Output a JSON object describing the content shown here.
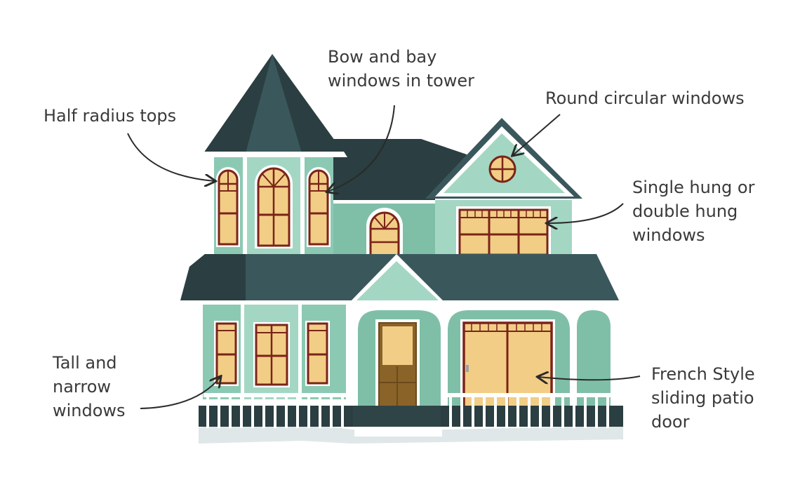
{
  "labels": {
    "bow_bay": "Bow and bay\nwindows in tower",
    "half_radius": "Half radius tops",
    "round_circular": "Round circular windows",
    "single_double_hung": "Single hung or\ndouble hung\nwindows",
    "tall_narrow": "Tall and\nnarrow\nwindows",
    "french_style": "French Style\nsliding patio\ndoor"
  },
  "colors": {
    "roof_dark": "#2b3e41",
    "roof_mid": "#3a585c",
    "wall_teal": "#8cc9b3",
    "wall_light": "#a3d7c4",
    "trim_white": "#ffffff",
    "window_glass": "#f2cd86",
    "window_frame": "#7a2418",
    "door_brown": "#8a6328",
    "text": "#3a3a3a"
  }
}
